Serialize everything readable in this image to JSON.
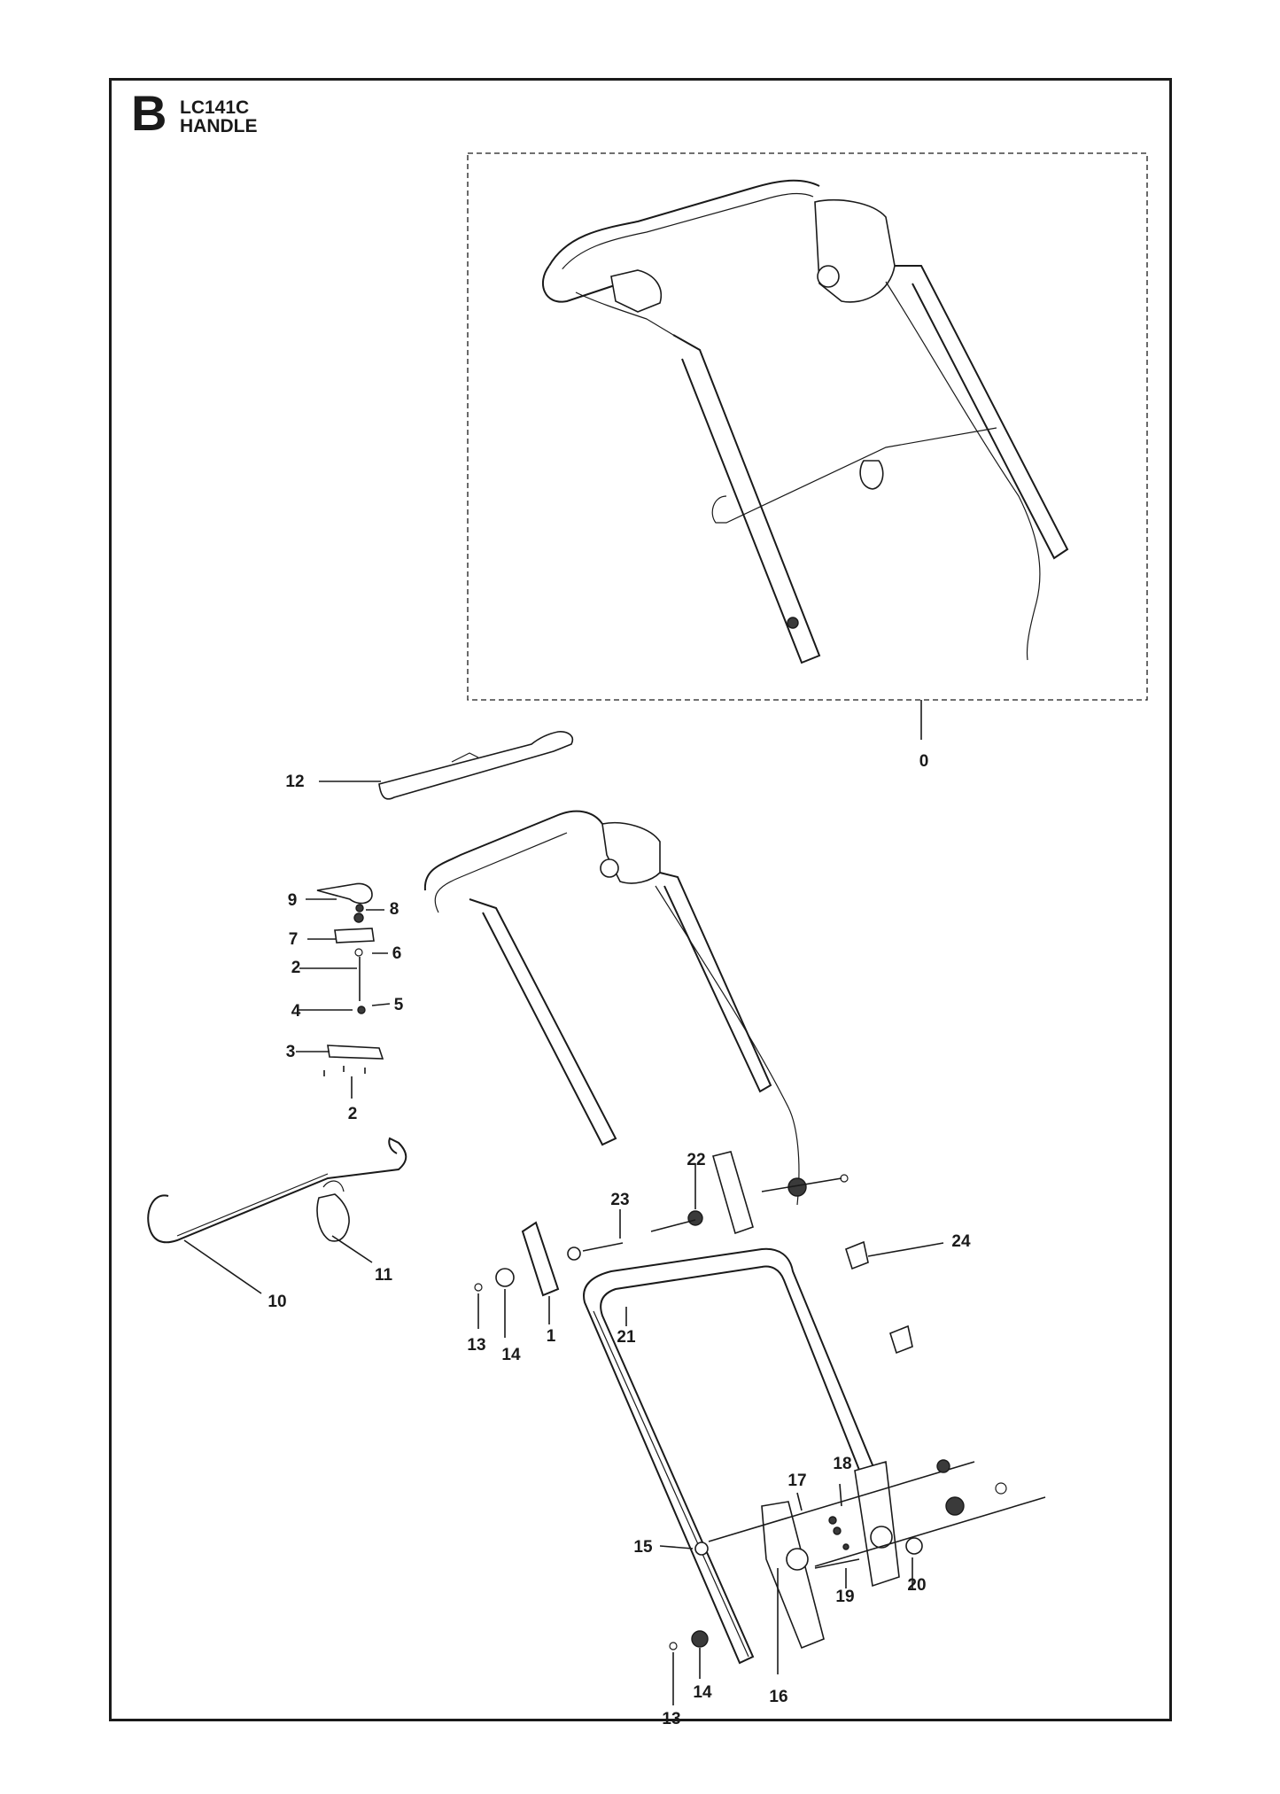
{
  "header": {
    "section_letter": "B",
    "model": "LC141C",
    "title": "HANDLE"
  },
  "callouts": [
    {
      "id": "c0",
      "label": "0"
    },
    {
      "id": "c12",
      "label": "12"
    },
    {
      "id": "c9",
      "label": "9"
    },
    {
      "id": "c8",
      "label": "8"
    },
    {
      "id": "c7",
      "label": "7"
    },
    {
      "id": "c6",
      "label": "6"
    },
    {
      "id": "c2a",
      "label": "2"
    },
    {
      "id": "c4",
      "label": "4"
    },
    {
      "id": "c5",
      "label": "5"
    },
    {
      "id": "c3",
      "label": "3"
    },
    {
      "id": "c2b",
      "label": "2"
    },
    {
      "id": "c22",
      "label": "22"
    },
    {
      "id": "c23",
      "label": "23"
    },
    {
      "id": "c24",
      "label": "24"
    },
    {
      "id": "c10",
      "label": "10"
    },
    {
      "id": "c11",
      "label": "11"
    },
    {
      "id": "c13a",
      "label": "13"
    },
    {
      "id": "c14a",
      "label": "14"
    },
    {
      "id": "c1",
      "label": "1"
    },
    {
      "id": "c21",
      "label": "21"
    },
    {
      "id": "c17",
      "label": "17"
    },
    {
      "id": "c18",
      "label": "18"
    },
    {
      "id": "c15",
      "label": "15"
    },
    {
      "id": "c19",
      "label": "19"
    },
    {
      "id": "c20",
      "label": "20"
    },
    {
      "id": "c16",
      "label": "16"
    },
    {
      "id": "c14b",
      "label": "14"
    },
    {
      "id": "c13b",
      "label": "13"
    }
  ]
}
